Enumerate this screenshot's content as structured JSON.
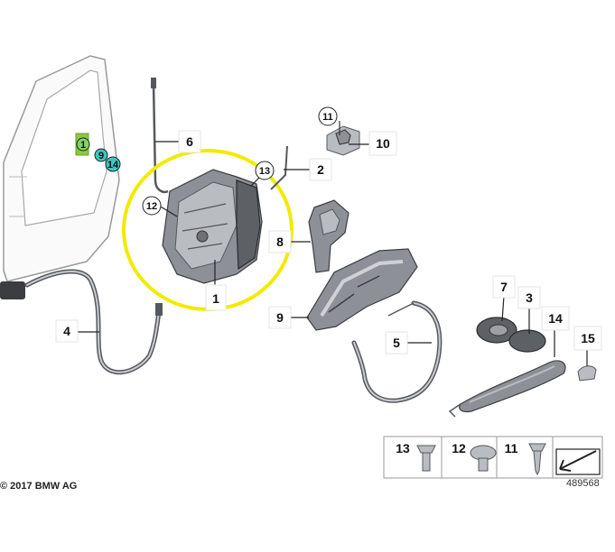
{
  "callouts": {
    "c1": "1",
    "c2": "2",
    "c3": "3",
    "c4": "4",
    "c5": "5",
    "c6": "6",
    "c7": "7",
    "c8": "8",
    "c9": "9",
    "c10": "10",
    "c11": "11",
    "c12": "12",
    "c13": "13",
    "c14": "14",
    "c15": "15"
  },
  "door_markers": {
    "m1": "1",
    "m9": "9",
    "m14": "14"
  },
  "legend": {
    "i13": "13",
    "i12": "12",
    "i11": "11"
  },
  "copyright": "© 2017 BMW AG",
  "diagram_number": "489568",
  "colors": {
    "highlight_circle": "#f3ea00",
    "part1_box": "#f2e27a",
    "marker_green": "#7ed36c",
    "marker_teal": "#3cc6c0"
  }
}
